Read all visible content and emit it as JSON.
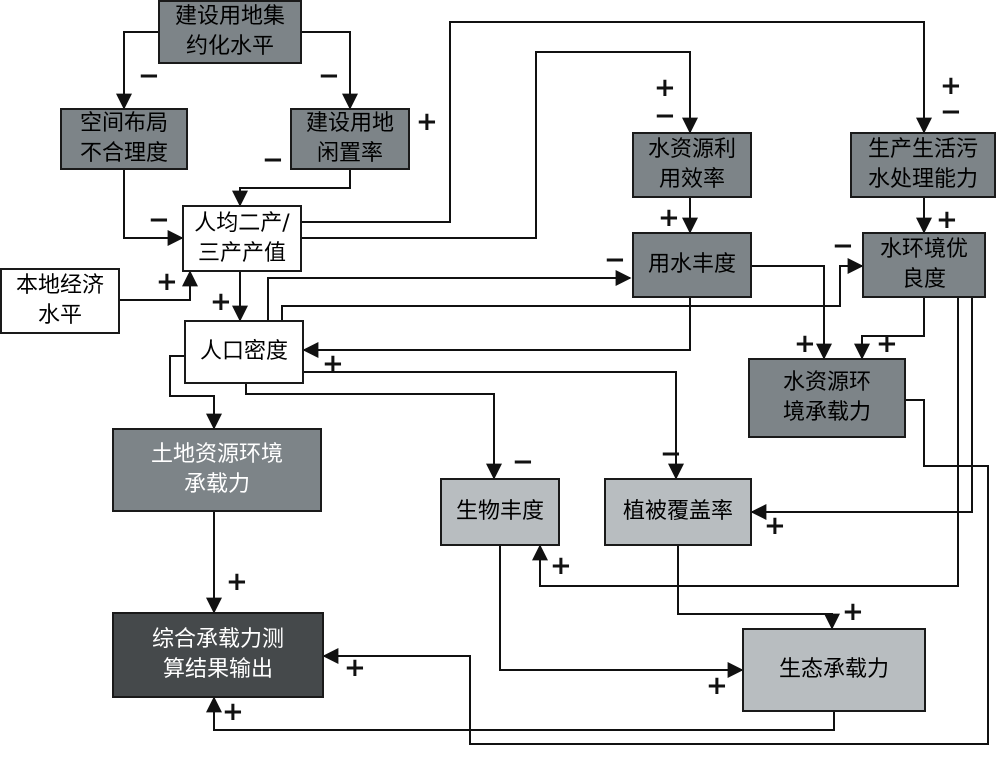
{
  "colors": {
    "dark": "#45494b",
    "medium": "#7d8488",
    "light": "#b8bdc0",
    "white": "#ffffff",
    "line": "#111111"
  },
  "nodes": {
    "n1": {
      "label": "建设用地集\n约化水平"
    },
    "n2": {
      "label": "空间布局\n不合理度"
    },
    "n3": {
      "label": "建设用地\n闲置率"
    },
    "n4": {
      "label": "人均二产/\n三产产值"
    },
    "n5": {
      "label": "本地经济\n水平"
    },
    "n6": {
      "label": "人口密度"
    },
    "n7": {
      "label": "水资源利\n用效率"
    },
    "n8": {
      "label": "生产生活污\n水处理能力"
    },
    "n9": {
      "label": "用水丰度"
    },
    "n10": {
      "label": "水环境优\n良度"
    },
    "n11": {
      "label": "水资源环\n境承载力"
    },
    "n12": {
      "label": "土地资源环境\n承载力"
    },
    "n13": {
      "label": "生物丰度"
    },
    "n14": {
      "label": "植被覆盖率"
    },
    "n15": {
      "label": "综合承载力测\n算结果输出"
    },
    "n16": {
      "label": "生态承载力"
    }
  },
  "signs": {
    "s1": "−",
    "s2": "−",
    "s3": "−",
    "s4": "+",
    "s5": "−",
    "s6": "+",
    "s7": "+",
    "s8": "+",
    "s9": "−",
    "s10": "+",
    "s11": "−",
    "s12": "+",
    "s13": "−",
    "s14": "+",
    "s15": "−",
    "s16": "+",
    "s17": "+",
    "s18": "−",
    "s19": "−",
    "s20": "+",
    "s21": "+",
    "s22": "+",
    "s23": "+",
    "s24": "+",
    "s25": "+",
    "s26": "+",
    "s27": "+"
  }
}
